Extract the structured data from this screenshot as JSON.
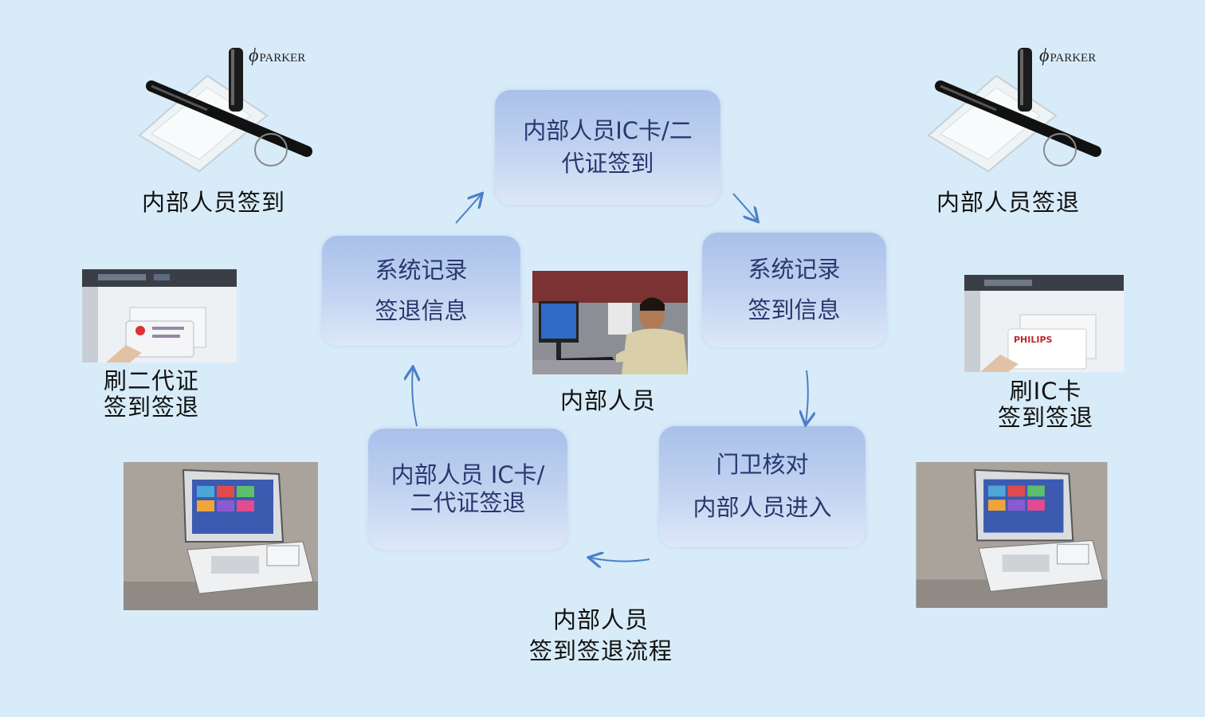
{
  "center_label": "内部人员",
  "process_title": [
    "内部人员",
    "签到签退流程"
  ],
  "flow_boxes": {
    "top": [
      "内部人员IC卡/二",
      "代证签到"
    ],
    "right": [
      "系统记录",
      "签到信息"
    ],
    "bottom_right": [
      "门卫核对",
      "内部人员进入"
    ],
    "bottom_left": [
      "内部人员 IC卡/",
      "二代证签退"
    ],
    "left": [
      "系统记录",
      "签退信息"
    ]
  },
  "left_side": {
    "pen_caption": "内部人员签到",
    "id_card_caption": [
      "刷二代证",
      "签到签退"
    ]
  },
  "right_side": {
    "pen_caption": "内部人员签退",
    "ic_card_caption": [
      "刷IC卡",
      "签到签退"
    ]
  },
  "brand_text": "PARKER",
  "card_brand": "PHILIPS",
  "colors": {
    "background": "#d8ebf8",
    "box_text": "#28386e",
    "arrow": "#4a7fc8"
  }
}
